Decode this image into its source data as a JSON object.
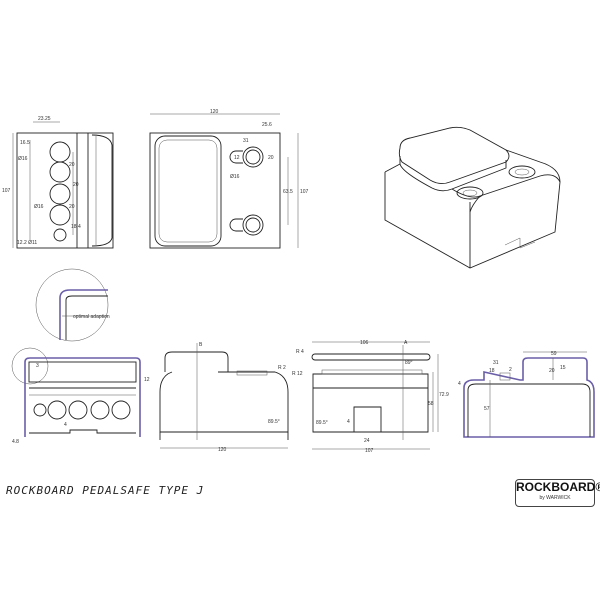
{
  "title": "ROCKBOARD PEDALSAFE TYPE J",
  "logo": {
    "brand": "ROCKBOARD®",
    "sub": "by WARWICK"
  },
  "side_view": {
    "d_top": "23.25",
    "d1": "16.5",
    "hole_dia": "Ø16",
    "pitch1": "20",
    "pitch2": "20",
    "pitch3": "20",
    "hole_dia2": "Ø16",
    "d_bottom": "18.4",
    "small": "12.2 Ø11",
    "height": "107"
  },
  "top_view": {
    "width": "120",
    "offset": "25.6",
    "w31": "31",
    "r12": "12",
    "h20": "20",
    "dia": "Ø16",
    "spacing": "63.5",
    "height": "107"
  },
  "detail": {
    "note": "optimal adaption"
  },
  "front_view": {
    "d3": "3",
    "d48": "4.8",
    "d4": "4"
  },
  "section_view": {
    "r2": "R 2",
    "r12": "R 12",
    "d12": "12",
    "angle": "89.5°",
    "width": "120",
    "label_b": "B"
  },
  "front_view2": {
    "r4": "R 4",
    "width_top": "106",
    "angle_top": "89°",
    "height1": "72.9",
    "height2": "58",
    "angle": "89.5°",
    "d4": "4",
    "d24": "24",
    "width": "107",
    "label_a": "A"
  },
  "profile_view": {
    "d59": "59",
    "d31": "31",
    "d18": "18",
    "d2": "2",
    "d20": "20",
    "d15": "15",
    "d4": "4",
    "d57": "57"
  }
}
